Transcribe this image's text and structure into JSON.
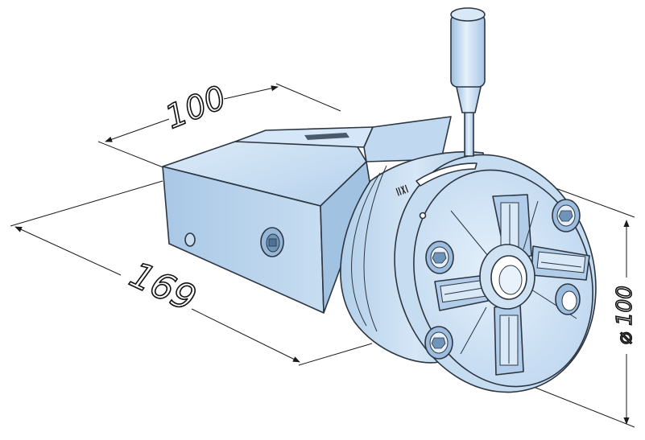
{
  "dimensions": {
    "width_label": "100",
    "length_label": "169",
    "diameter_label": "⌀ 100"
  },
  "colors": {
    "body_light": "#d9e9f7",
    "body_mid": "#bcd6ee",
    "body_dark": "#9fc1e2",
    "edge": "#2c3540",
    "dimension_line": "#1a1a1a"
  },
  "icons": {
    "lock_symbol": "unlock-lock-marking-icon",
    "lever": "handle-lever-icon"
  }
}
